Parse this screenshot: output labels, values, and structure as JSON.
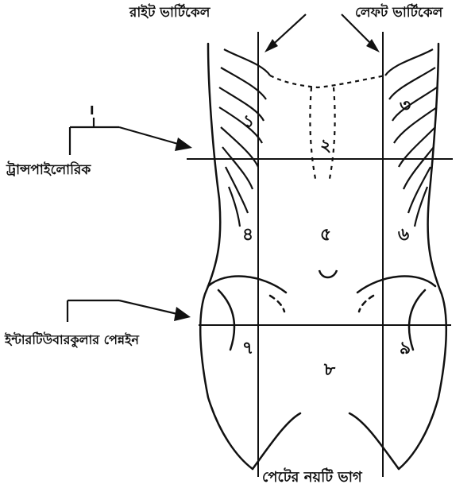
{
  "labels": {
    "right_vertical": "রাইট ভার্টিকেল",
    "left_vertical": "লেফট ভার্টিকেল",
    "transpyloric": "ট্রান্সপাইলোরিক",
    "intertubercular": "ইন্টারটিউবারকুলার পেন্নইন",
    "marker": "I"
  },
  "caption": "পেটের নয়টি ভাগ",
  "regions": [
    "১",
    "২",
    "৩",
    "৪",
    "৫",
    "৬",
    "৭",
    "৮",
    "৯"
  ],
  "colors": {
    "ink": "#111111",
    "paper": "#ffffff"
  }
}
